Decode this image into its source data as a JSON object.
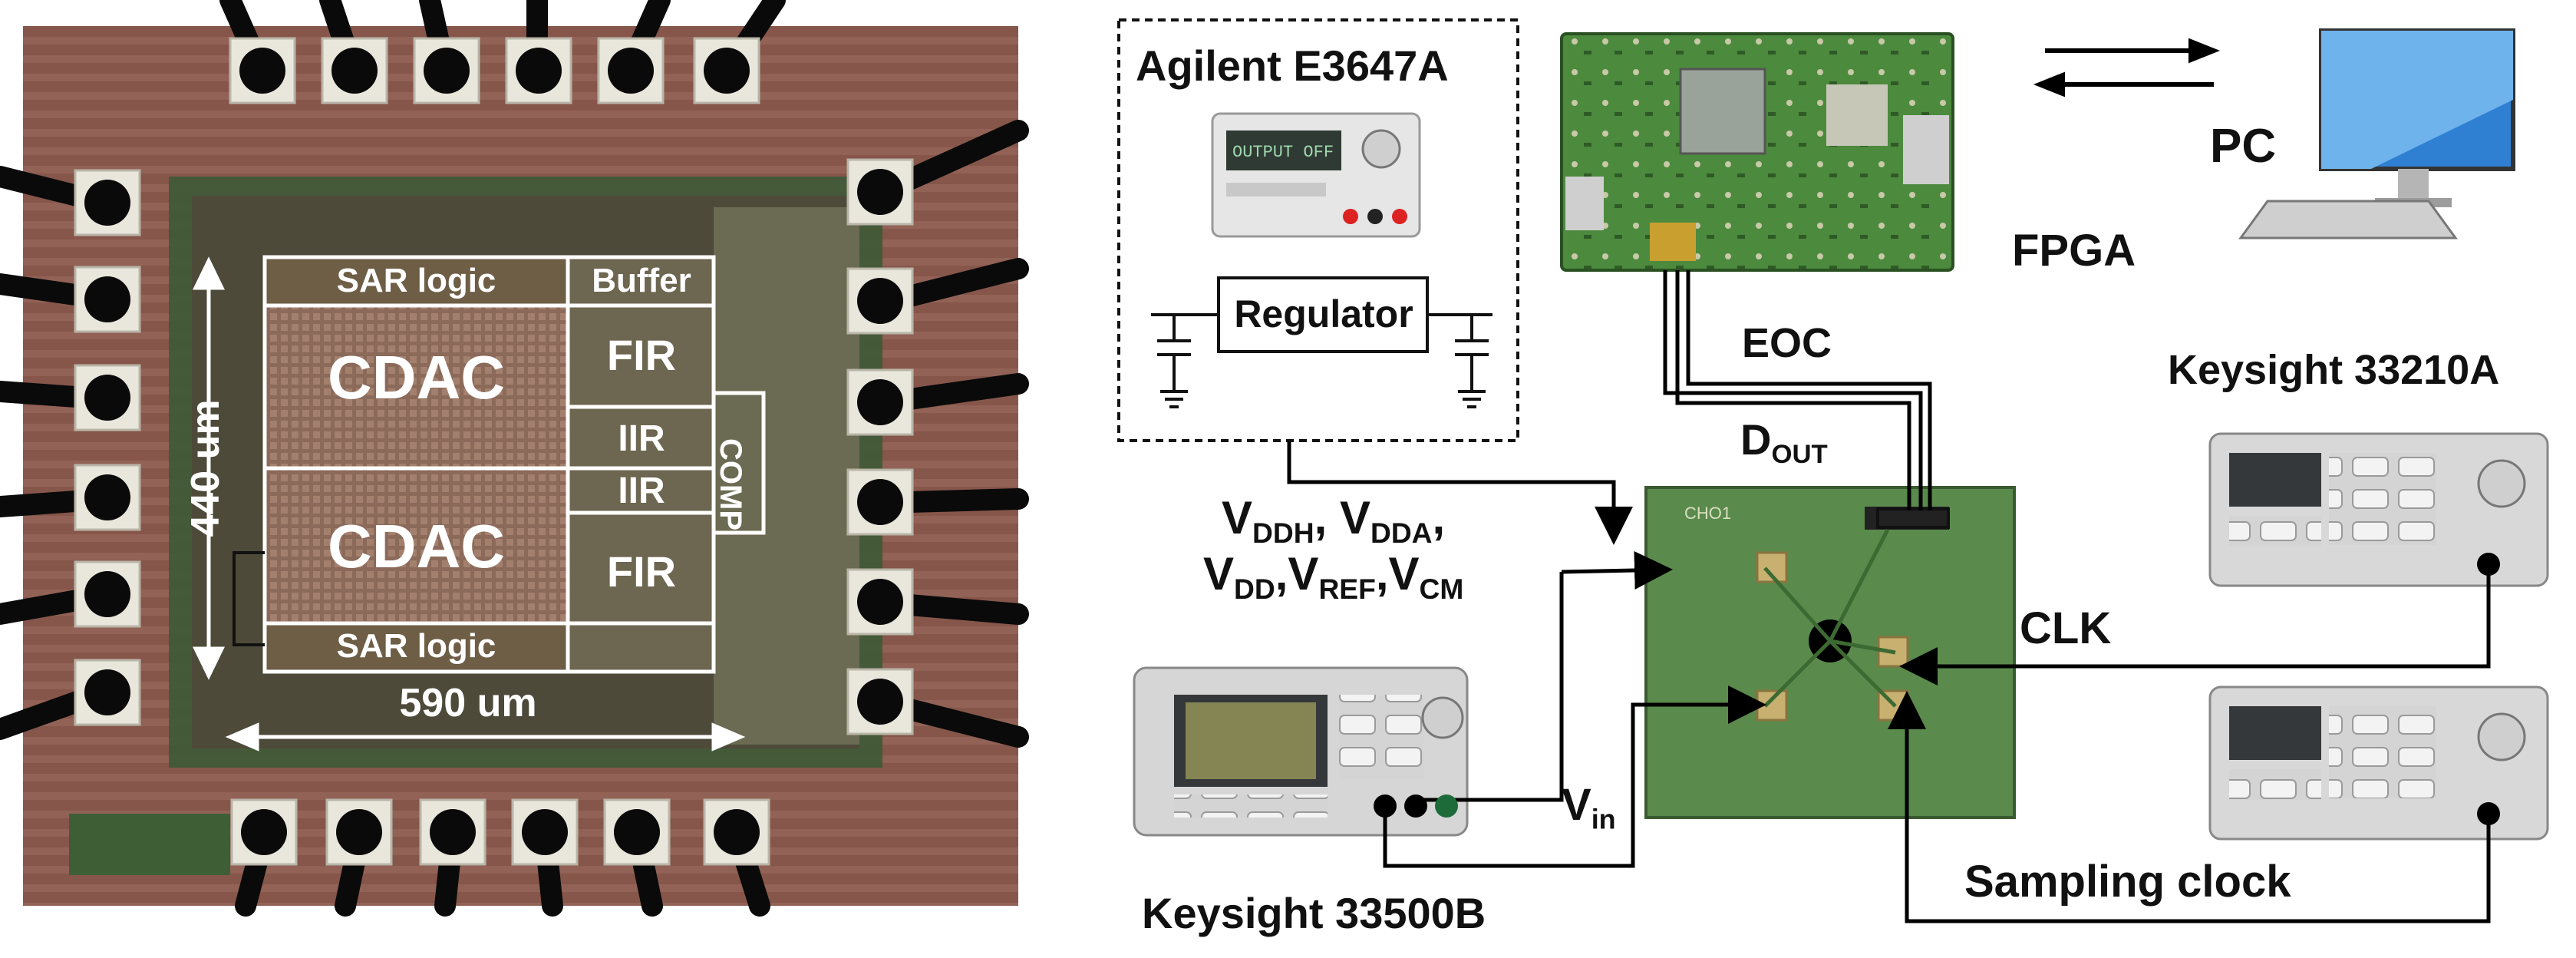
{
  "chip_photo": {
    "blocks": {
      "sar_logic_top": "SAR logic",
      "buffer": "Buffer",
      "cdac_top": "CDAC",
      "fir_top": "FIR",
      "iir_top": "IIR",
      "comp": "COMP",
      "iir_bottom": "IIR",
      "cdac_bottom": "CDAC",
      "fir_bottom": "FIR",
      "sar_logic_bottom": "SAR logic"
    },
    "dimensions": {
      "height": "440 um",
      "width": "590 um"
    }
  },
  "test_setup": {
    "power_supply": {
      "model": "Agilent E3647A",
      "regulator": "Regulator"
    },
    "fpga": "FPGA",
    "pc": "PC",
    "signals": {
      "eoc": "EOC",
      "dout_main": "D",
      "dout_sub": "OUT",
      "clk": "CLK",
      "sampling_clock": "Sampling clock",
      "vin_main": "V",
      "vin_sub": "in"
    },
    "supplies": {
      "line1": [
        {
          "main": "V",
          "sub": "DDH"
        },
        {
          "main": ", V",
          "sub": "DDA"
        },
        {
          "main": ",",
          "sub": ""
        }
      ],
      "line2": [
        {
          "main": "V",
          "sub": "DD"
        },
        {
          "main": ",V",
          "sub": "REF"
        },
        {
          "main": ",V",
          "sub": "CM"
        }
      ]
    },
    "instruments": {
      "clock_gen": "Keysight 33210A",
      "signal_gen": "Keysight 33500B"
    },
    "screen_text": {
      "power_supply_display": "OUTPUT OFF",
      "pcb_marking": "CHO1"
    }
  }
}
